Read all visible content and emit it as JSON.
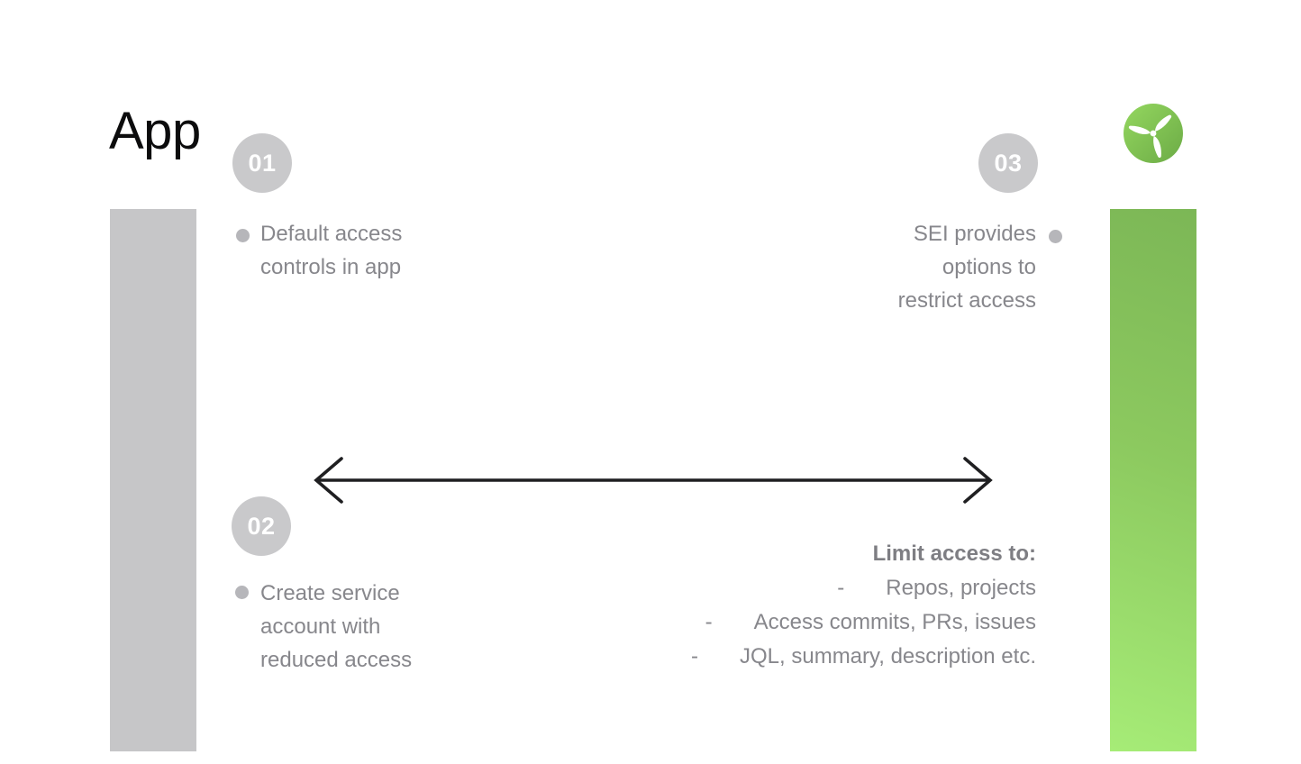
{
  "title": "App",
  "icons": {
    "logo": "sei-propeller-logo",
    "bullet": "gray-dot",
    "arrow": "bidirectional-left-right-arrow"
  },
  "steps": [
    {
      "number": "01",
      "text": "Default access\ncontrols in app"
    },
    {
      "number": "02",
      "text": "Create service\naccount with\nreduced access"
    },
    {
      "number": "03",
      "text": "SEI provides\noptions to\nrestrict access"
    }
  ],
  "limit": {
    "title": "Limit access to:",
    "dash": "-",
    "items": [
      "Repos, projects",
      "Access commits, PRs, issues",
      "JQL, summary, description etc."
    ]
  },
  "colors": {
    "background": "#ffffff",
    "bar_gray": "#c6c6c8",
    "circle_gray": "#c9c9cb",
    "bullet_gray": "#b6b6ba",
    "text_gray": "#87878c",
    "heading_gray": "#7e7e83",
    "title_black": "#0c0c0d",
    "arrow_black": "#1f1f21",
    "green_top": "#7cb756",
    "green_bottom": "#a6ec77",
    "logo_green_light": "#94d75f",
    "logo_green_dark": "#6cab46"
  }
}
